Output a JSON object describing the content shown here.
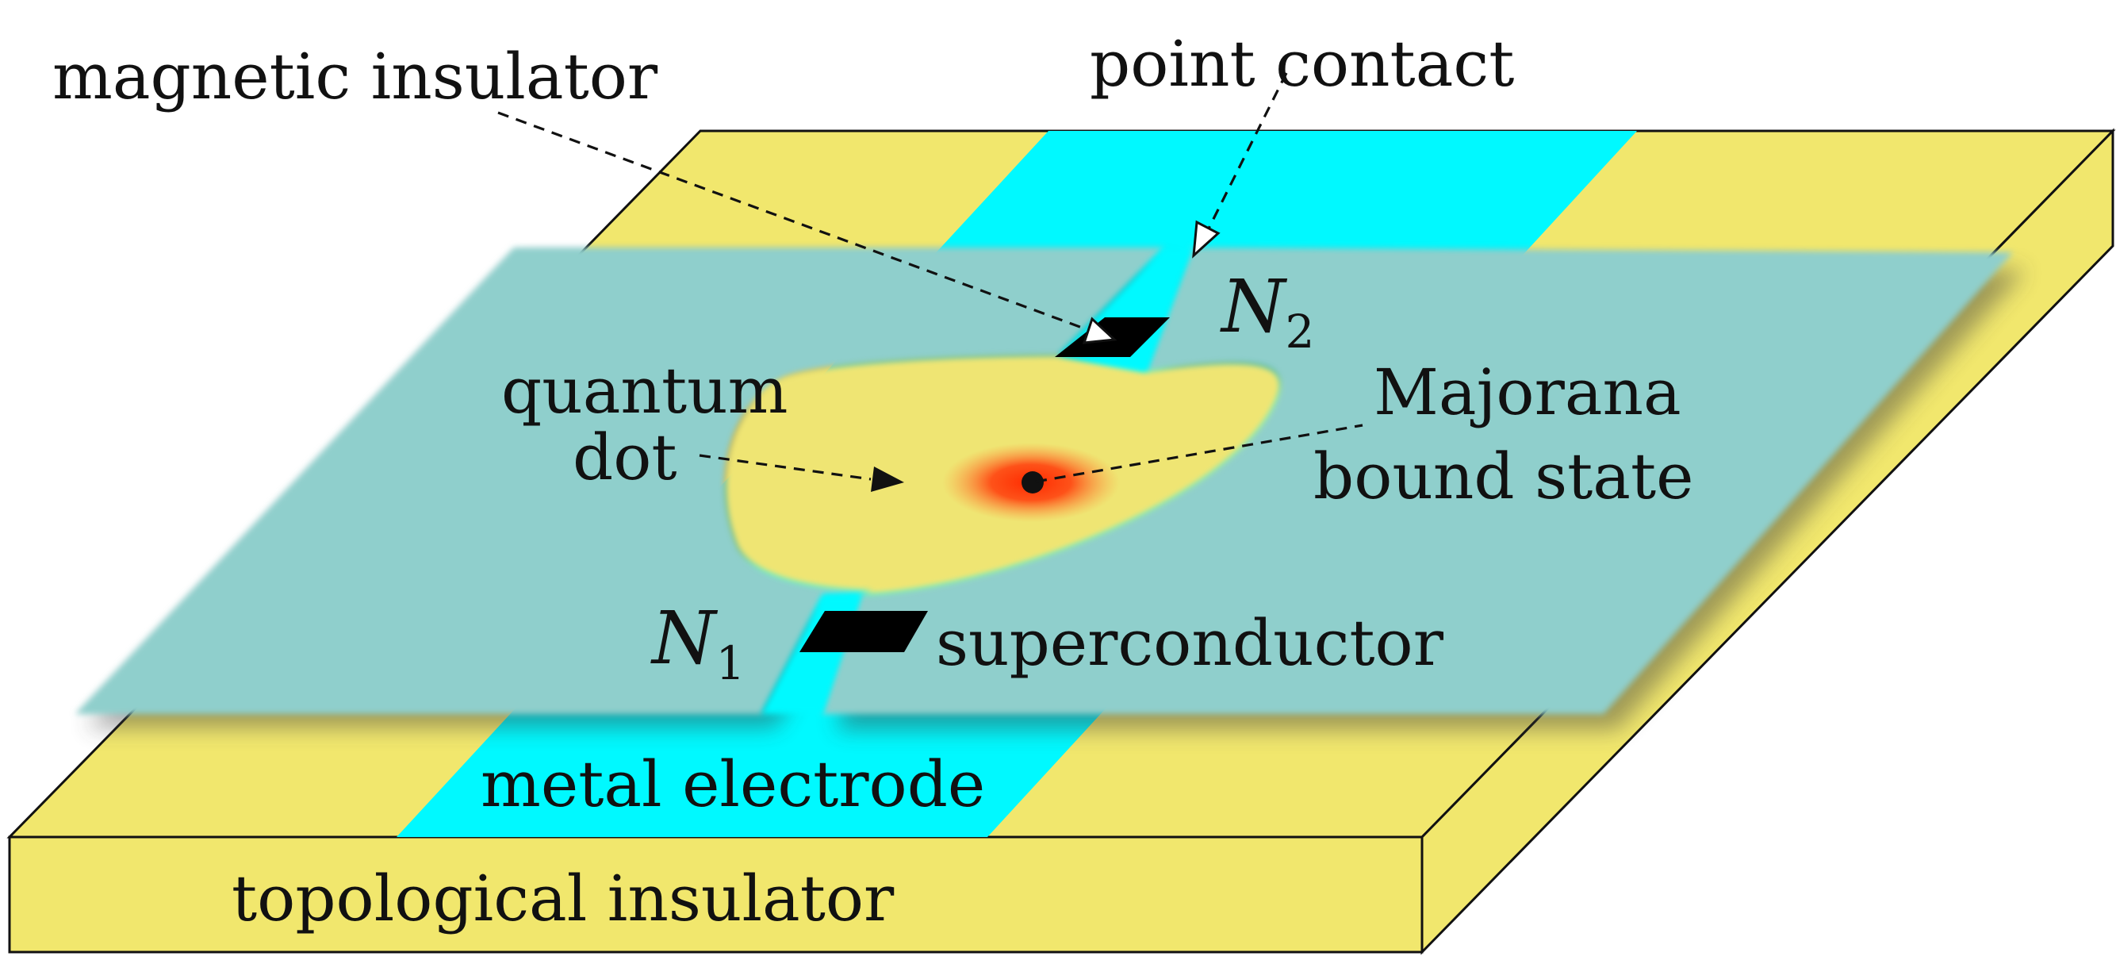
{
  "labels": {
    "magnetic_insulator": "magnetic insulator",
    "point_contact": "point contact",
    "n2": {
      "letter": "N",
      "subscript": "2"
    },
    "n1": {
      "letter": "N",
      "subscript": "1"
    },
    "quantum_dot_line1": "quantum",
    "quantum_dot_line2": "dot",
    "majorana_line1": "Majorana",
    "majorana_line2": "bound state",
    "superconductor": "superconductor",
    "metal_electrode": "metal electrode",
    "topological_insulator": "topological insulator"
  },
  "colors": {
    "topological_insulator": "#f1e76d",
    "metal_electrode": "#00f9ff",
    "superconductor": "#8fcfcc",
    "quantum_dot": "#efe573",
    "magnetic_insulator": "#000000",
    "majorana_glow": "#ff3a10",
    "outline": "#111111"
  }
}
